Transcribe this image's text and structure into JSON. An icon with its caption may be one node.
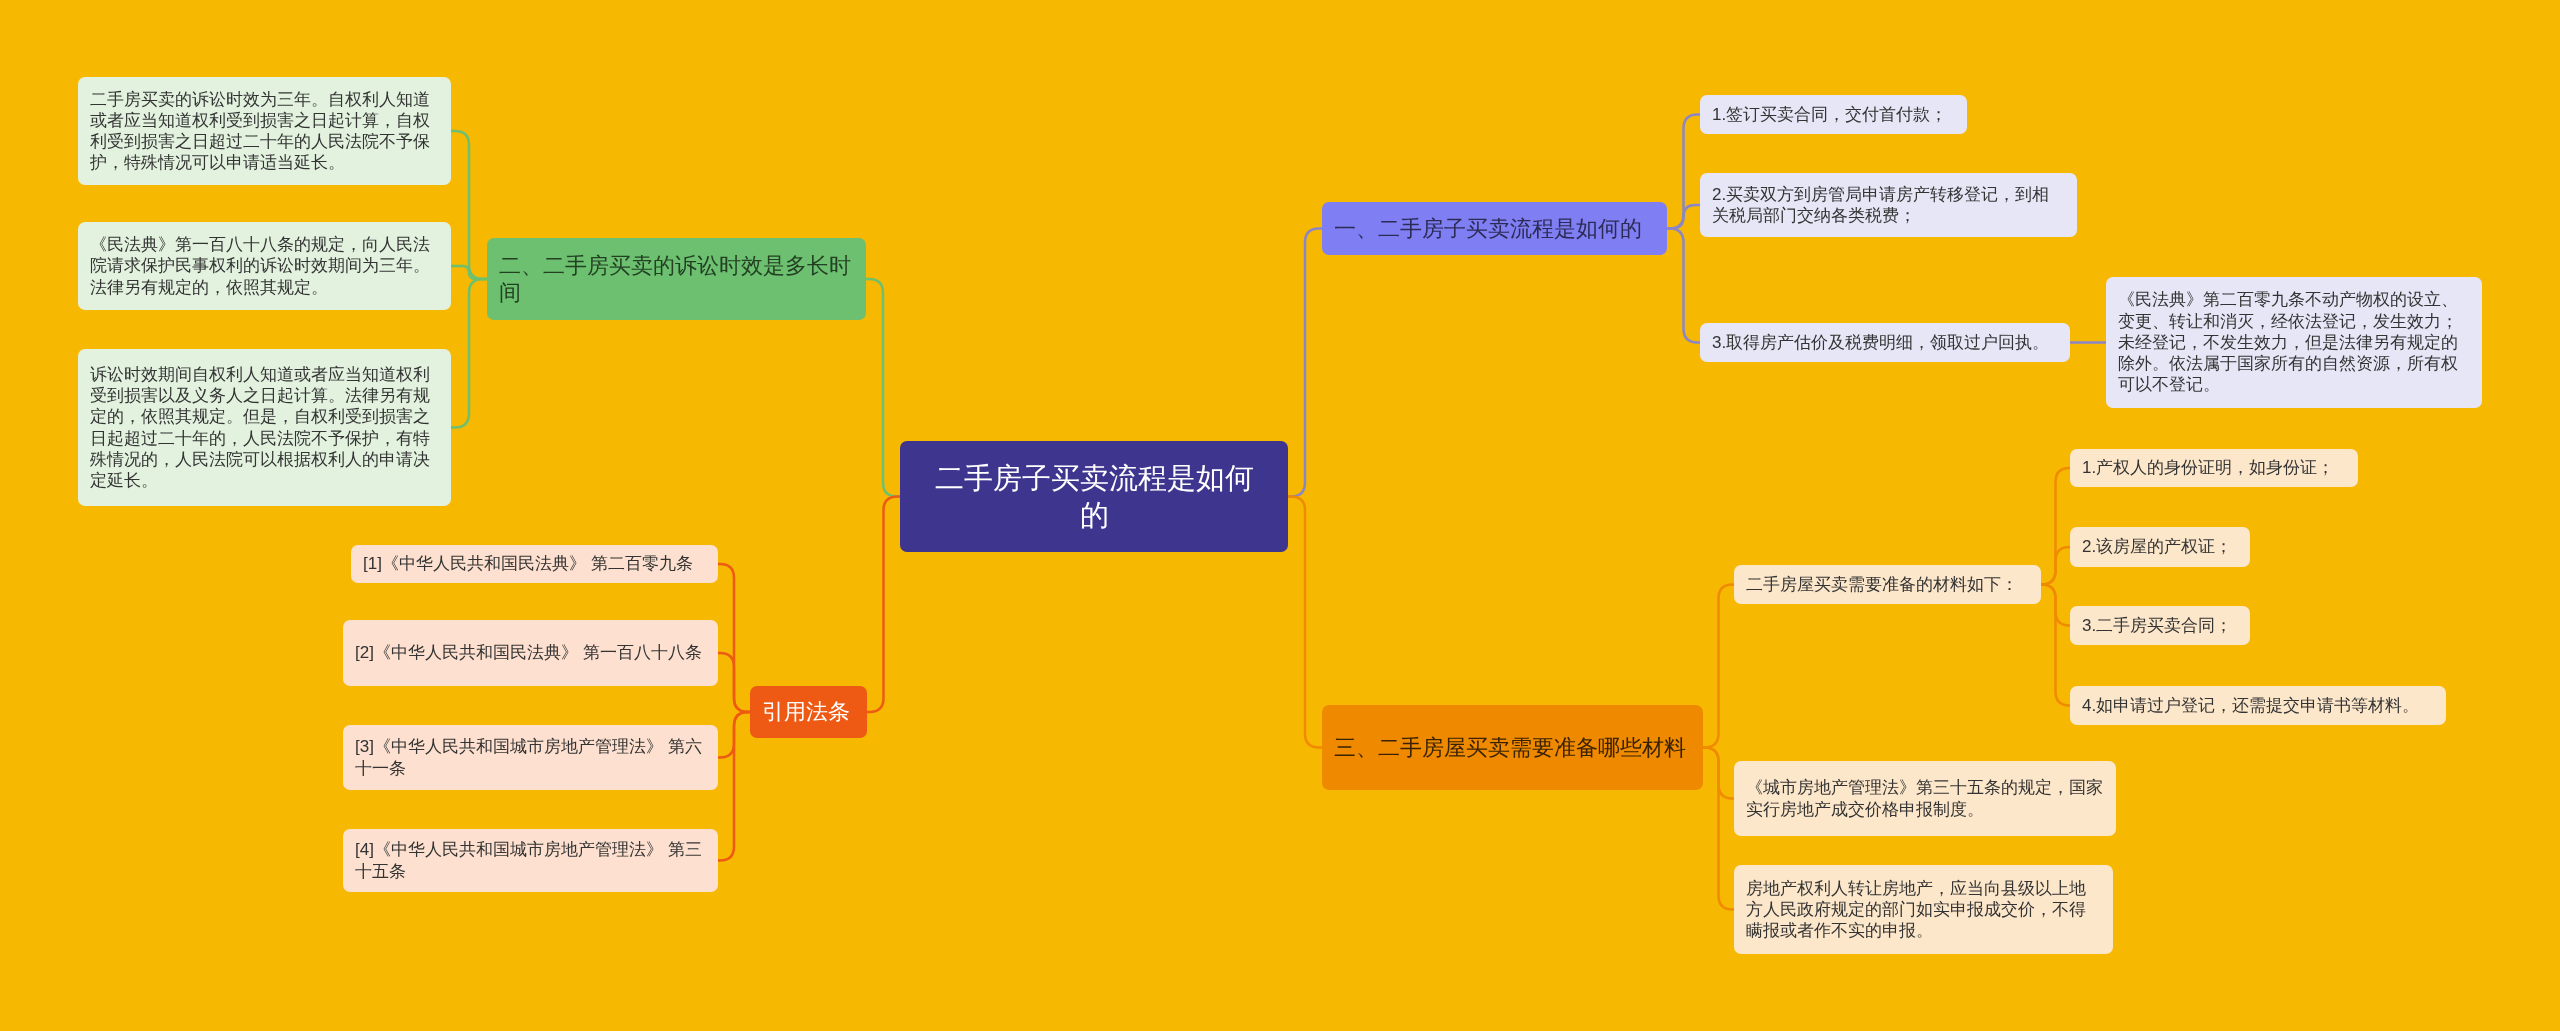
{
  "diagram": {
    "nodes": [
      {
        "text": [
          "二手房子买卖流程是如何的"
        ]
      },
      {
        "text": [
          "一、二手房子买卖流程是如何的"
        ]
      },
      {
        "text": [
          "1.签订买卖合同，交付首付款；"
        ]
      },
      {
        "text": [
          "2.买卖双方到房管局申请房产转移登记，到相关税局部门交纳各类税费；"
        ]
      },
      {
        "text": [
          "3.取得房产估价及税费明细，领取过户回执。"
        ]
      },
      {
        "text": [
          "《民法典》第二百零九条不动产物权的设立、变更、转让和消灭，经依法登记，发生效力；未经登记，不发生效力，但是法律另有规定的除外。依法属于国家所有的自然资源，所有权可以不登记。"
        ]
      },
      {
        "text": [
          "三、二手房屋买卖需要准备哪些材料"
        ]
      },
      {
        "text": [
          "二手房屋买卖需要准备的材料如下："
        ]
      },
      {
        "text": [
          "1.产权人的身份证明，如身份证；"
        ]
      },
      {
        "text": [
          "2.该房屋的产权证；"
        ]
      },
      {
        "text": [
          "3.二手房买卖合同；"
        ]
      },
      {
        "text": [
          "4.如申请过户登记，还需提交申请书等材料。"
        ]
      },
      {
        "text": [
          "《城市房地产管理法》第三十五条的规定，国家实行房地产成交价格申报制度。"
        ]
      },
      {
        "text": [
          "房地产权利人转让房地产，应当向县级以上地方人民政府规定的部门如实申报成交价，不得瞒报或者作不实的申报。"
        ]
      },
      {
        "text": [
          "二、二手房买卖的诉讼时效是多长时间"
        ]
      },
      {
        "text": [
          "二手房买卖的诉讼时效为三年。自权利人知道或者应当知道权利受到损害之日起计算，自权利受到损害之日超过二十年的人民法院不予保护，特殊情况可以申请适当延长。"
        ]
      },
      {
        "text": [
          "《民法典》第一百八十八条的规定，向人民法院请求保护民事权利的诉讼时效期间为三年。法律另有规定的，依照其规定。"
        ]
      },
      {
        "text": [
          "诉讼时效期间自权利人知道或者应当知道权利受到损害以及义务人之日起计算。法律另有规定的，依照其规定。但是，自权利受到损害之日起超过二十年的，人民法院不予保护，有特殊情况的，人民法院可以根据权利人的申请决定延长。"
        ]
      },
      {
        "text": [
          "引用法条"
        ]
      },
      {
        "text": [
          "[1]《中华人民共和国民法典》 第二百零九条"
        ]
      },
      {
        "text": [
          "[2]《中华人民共和国民法典》 第一百八十八条"
        ]
      },
      {
        "text": [
          "[3]《中华人民共和国城市房地产管理法》 第六十一条"
        ]
      },
      {
        "text": [
          "[4]《中华人民共和国城市房地产管理法》 第三十五条"
        ]
      }
    ],
    "edges": [
      {
        "from": 0,
        "to": 1,
        "arrow": "none",
        "color": "#8a86c8"
      },
      {
        "from": 1,
        "to": 2,
        "arrow": "none",
        "color": "#8a86c8"
      },
      {
        "from": 1,
        "to": 3,
        "arrow": "none",
        "color": "#8a86c8"
      },
      {
        "from": 1,
        "to": 4,
        "arrow": "none",
        "color": "#8a86c8"
      },
      {
        "from": 4,
        "to": 5,
        "arrow": "none",
        "color": "#8a86c8"
      },
      {
        "from": 0,
        "to": 6,
        "arrow": "none"
      },
      {
        "from": 6,
        "to": 7,
        "arrow": "none"
      },
      {
        "from": 7,
        "to": 8,
        "arrow": "none"
      },
      {
        "from": 7,
        "to": 9,
        "arrow": "none"
      },
      {
        "from": 7,
        "to": 10,
        "arrow": "none"
      },
      {
        "from": 7,
        "to": 11,
        "arrow": "none"
      },
      {
        "from": 6,
        "to": 12,
        "arrow": "none"
      },
      {
        "from": 6,
        "to": 13,
        "arrow": "none"
      },
      {
        "from": 0,
        "to": 14,
        "arrow": "none",
        "color": "#6cc070"
      },
      {
        "from": 14,
        "to": 15,
        "arrow": "none",
        "color": "#6cc070"
      },
      {
        "from": 14,
        "to": 16,
        "arrow": "none",
        "color": "#6cc070"
      },
      {
        "from": 14,
        "to": 17,
        "arrow": "none",
        "color": "#6cc070"
      },
      {
        "from": 0,
        "to": 18,
        "arrow": "none",
        "color": "#ee5a14"
      },
      {
        "from": 18,
        "to": 19,
        "arrow": "none",
        "color": "#ee5a14"
      },
      {
        "from": 18,
        "to": 20,
        "arrow": "none",
        "color": "#ee5a14"
      },
      {
        "from": 18,
        "to": 21,
        "arrow": "none",
        "color": "#ee5a14"
      },
      {
        "from": 18,
        "to": 22,
        "arrow": "none",
        "color": "#ee5a14"
      }
    ]
  }
}
